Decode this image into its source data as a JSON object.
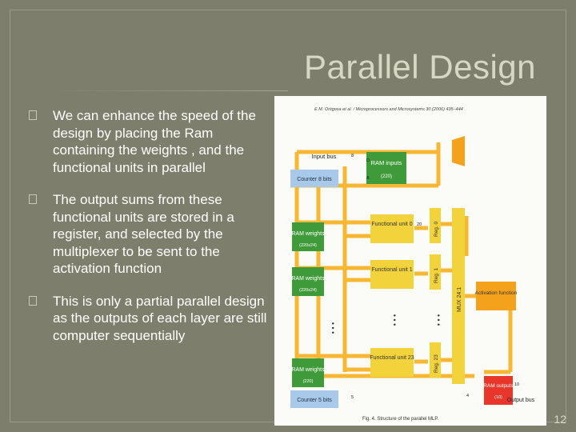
{
  "slide": {
    "title": "Parallel Design",
    "page_number": "12",
    "bullets": [
      "We can enhance the speed of the design by placing the Ram containing the weights , and the functional units in parallel",
      "The output sums from these functional units are stored in a register, and selected by the multiplexer to be sent to the activation function",
      "This is only a partial parallel design as the outputs of each layer are still computer sequentially"
    ]
  },
  "figure": {
    "header": "E.M. Ortigosa et al. / Microprocessors and Microsystems 30 (2006) 435–444",
    "caption": "Fig. 4. Structure of the parallel MLP.",
    "input_bus": "Input bus",
    "ram_inputs": "RAM inputs",
    "ram_inputs_size": "(220)",
    "counter_top": "Counter 8 bits",
    "counter_bottom": "Counter 5 bits",
    "ram_weights": "RAM weights",
    "ram_weights_size": "(220x24)",
    "ram_weights_last_size": "(220)",
    "fu0": "Functional unit 0",
    "fu1": "Functional unit 1",
    "fu23": "Functional unit 23",
    "reg0": "Reg. 0",
    "reg1": "Reg. 1",
    "reg23": "Reg. 23",
    "mux": "MUX 24:1",
    "activation": "Activation function",
    "ram_outputs": "RAM outputs",
    "ram_outputs_size": "(10)",
    "output_bus": "Output bus",
    "dots": "• • •",
    "port_d": "D",
    "port_a": "A",
    "w8": "8",
    "w20": "20",
    "w10": "10",
    "w4": "4",
    "w5": "5"
  },
  "colors": {
    "background": "#7d7f6c",
    "yellow_box": "#f2d33b",
    "green_box": "#3f9a3a",
    "blue_box": "#a9c9ea",
    "orange_box": "#f4a21c",
    "orange_line": "#f7b733"
  }
}
